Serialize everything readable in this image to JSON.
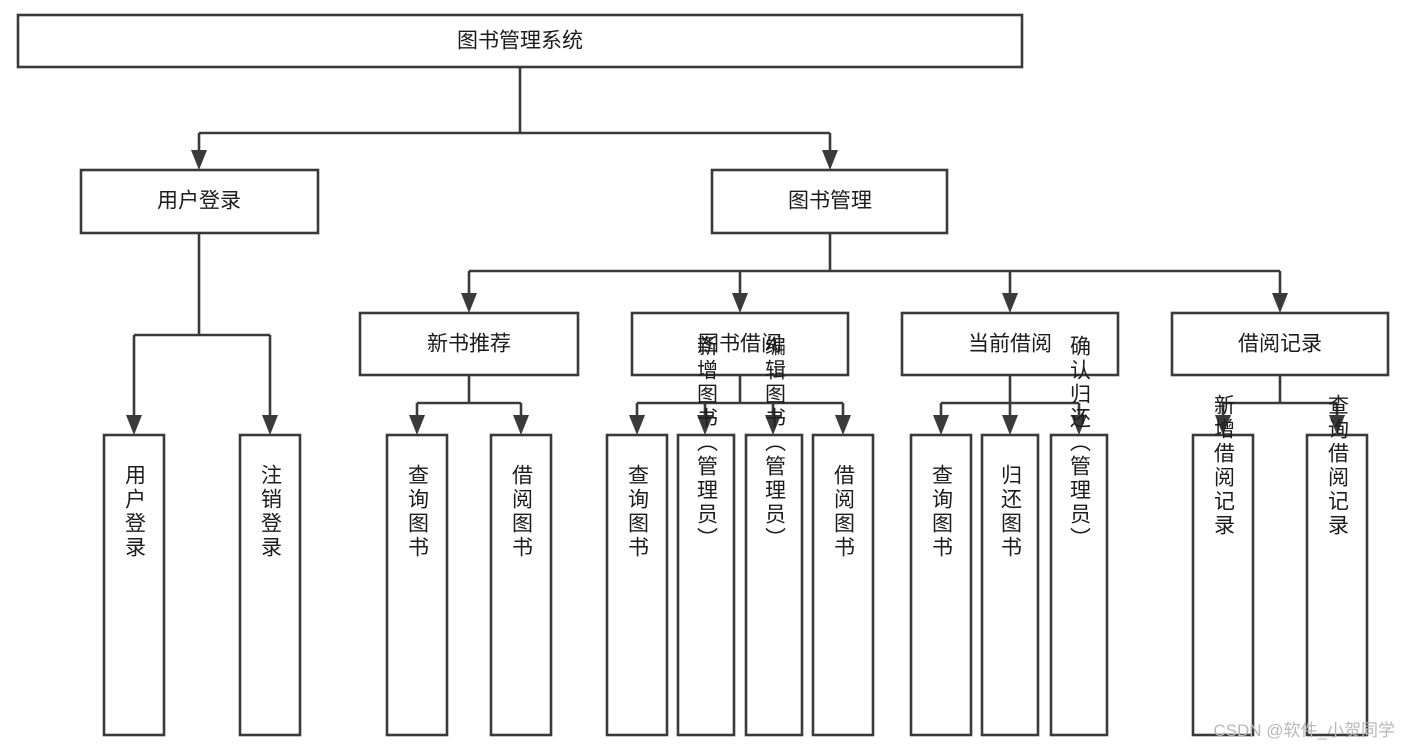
{
  "diagram": {
    "type": "tree",
    "title": "图书管理系统",
    "orientation": "top-down",
    "colors": {
      "box_stroke": "#3a3a3a",
      "box_fill": "#ffffff",
      "edge": "#3a3a3a",
      "text": "#1c1c1c",
      "background": "#ffffff",
      "watermark": "#b8b8b8"
    },
    "root": {
      "label": "图书管理系统"
    },
    "level2": [
      {
        "label": "用户登录"
      },
      {
        "label": "图书管理"
      }
    ],
    "level3": [
      {
        "label": "新书推荐"
      },
      {
        "label": "图书借阅"
      },
      {
        "label": "当前借阅"
      },
      {
        "label": "借阅记录"
      }
    ],
    "leaves": {
      "user_login": [
        {
          "label": "用户登录"
        },
        {
          "label": "注销登录"
        }
      ],
      "new_book_recommend": [
        {
          "label": "查询图书"
        },
        {
          "label": "借阅图书"
        }
      ],
      "book_borrow": [
        {
          "label": "查询图书"
        },
        {
          "label": "新增图书（管理员）"
        },
        {
          "label": "编辑图书（管理员）"
        },
        {
          "label": "借阅图书"
        }
      ],
      "current_borrow": [
        {
          "label": "查询图书"
        },
        {
          "label": "归还图书"
        },
        {
          "label": "确认归还（管理员）"
        }
      ],
      "borrow_record": [
        {
          "label": "新增借阅记录"
        },
        {
          "label": "查询借阅记录"
        }
      ]
    }
  },
  "watermark": {
    "text": "CSDN @软件_小贺同学"
  }
}
